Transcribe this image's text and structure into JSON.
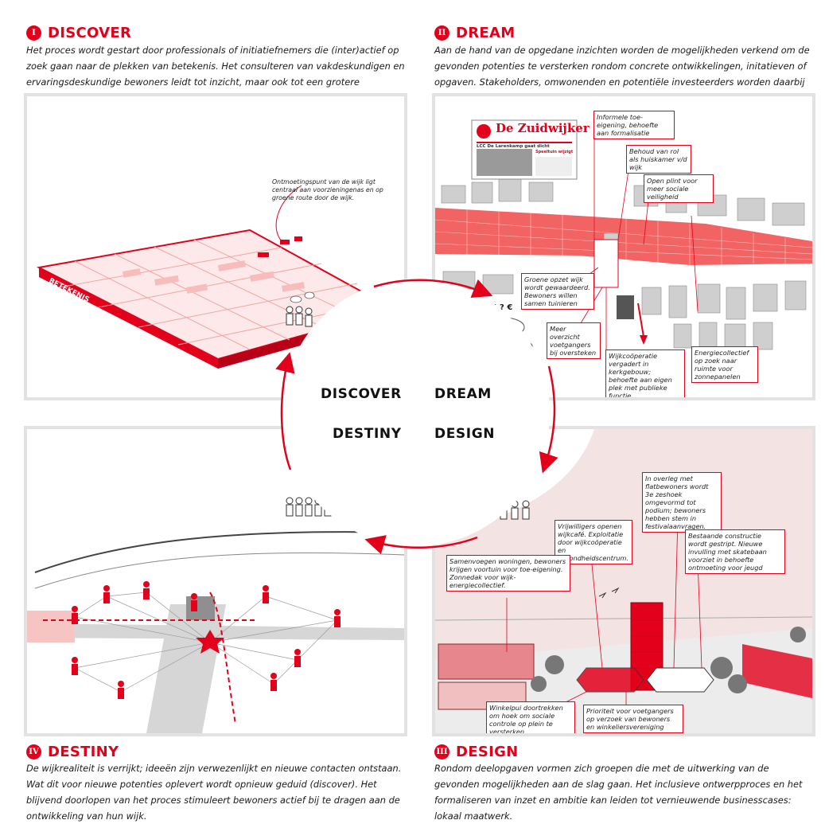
{
  "sections": {
    "discover": {
      "badge": "I",
      "title": "DISCOVER",
      "text": "Het proces wordt gestart door professionals of initiatiefnemers die (inter)actief op zoek gaan naar de plekken van betekenis. Het consulteren van vakdeskundigen en ervaringsdeskundige bewoners leidt tot inzicht, maar ook tot een grotere betrokkenheid.",
      "map_label": "BETEKENIS",
      "note": "Ontmoetingspunt van de wijk ligt centraal aan voorzieningenas en op groene route door de wijk."
    },
    "dream": {
      "badge": "II",
      "title": "DREAM",
      "text": "Aan de hand van de opgedane inzichten worden de mogelijkheden verkend om de gevonden potenties te versterken rondom concrete ontwikkelingen, initatieven of opgaven. Stakeholders, omwonenden en potentiële investeerders worden daarbij actief benaderd.",
      "newspaper_title": "De Zuidwijker",
      "newspaper_headline": "LCC De Larenkamp gaat dicht",
      "newspaper_side": "Speeltuin wijzigt",
      "thought_symbols": "! ? €",
      "callouts": [
        "Informele toe-eigening, behoefte aan formalisatie",
        "Behoud van rol als huiskamer v/d wijk",
        "Open plint voor meer sociale veiligheid",
        "Groene opzet wijk wordt gewaardeerd. Bewoners willen samen tuinieren",
        "Meer overzicht voetgangers bij oversteken",
        "Wijkcoöperatie vergadert in kerkgebouw; behoefte aan eigen plek met publieke functie",
        "Energiecollectief op zoek naar ruimte voor zonnepanelen"
      ]
    },
    "design": {
      "badge": "III",
      "title": "DESIGN",
      "text": "Rondom deelopgaven vormen zich groepen die met de uitwerking van de gevonden mogelijkheden aan de slag gaan. Het inclusieve ontwerpproces en het formaliseren van inzet en ambitie kan leiden tot vernieuwende businesscases: lokaal maatwerk.",
      "callouts": [
        "In overleg met flatbewoners wordt 3e zeshoek omgevormd tot podium; bewoners hebben stem in festivalaanvragen.",
        "Vrijwilligers openen wijkcafé. Exploitatie door wijkcoöperatie en gezondheidscentrum.",
        "Bestaande constructie wordt gestript. Nieuwe invulling met skatebaan voorziet in behoefte ontmoeting voor jeugd",
        "Samenvoegen woningen, bewoners krijgen voortuin voor toe-eigening. Zonnedak voor wijk-energiecollectief.",
        "Winkelpui doortrekken om hoek om sociale controle op plein te versterken",
        "Prioriteit voor voetgangers op verzoek van bewoners en winkeliersvereniging"
      ]
    },
    "destiny": {
      "badge": "IV",
      "title": "DESTINY",
      "text": "De wijkrealiteit is verrijkt; ideeën zijn verwezenlijkt en nieuwe contacten ontstaan. Wat dit voor nieuwe potenties oplevert wordt opnieuw geduid (discover). Het blijvend doorlopen van het proces stimuleert bewoners actief bij te dragen aan de ontwikkeling van hun wijk."
    }
  },
  "cycle": {
    "discover": "DISCOVER",
    "dream": "DREAM",
    "design": "DESIGN",
    "destiny": "DESTINY"
  },
  "colors": {
    "accent": "#e3001b",
    "panel_border": "#e2e2e2",
    "design_bg": "#f3e3e3"
  }
}
